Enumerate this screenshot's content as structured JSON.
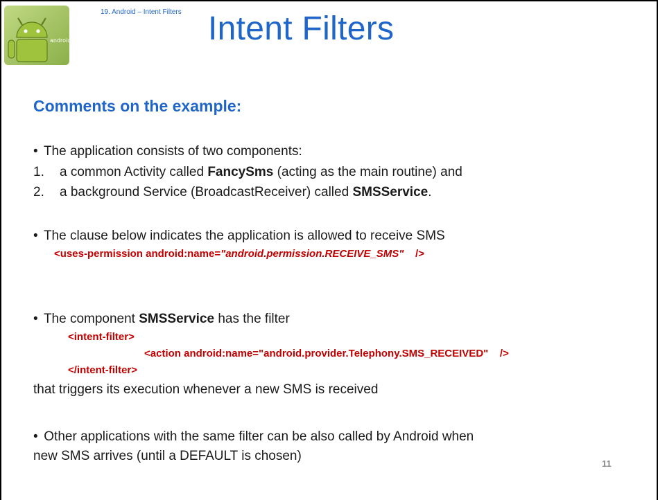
{
  "header": {
    "breadcrumb": "19. Android – Intent Filters",
    "title": "Intent Filters",
    "logo_text": "android"
  },
  "content": {
    "subheading": "Comments on the example:",
    "bullet1": {
      "intro": "The application consists of two components:",
      "item1": {
        "num": "1.",
        "pre": "a common Activity called ",
        "bold": "FancySms",
        "post": " (acting as the main routine) and"
      },
      "item2": {
        "num": "2.",
        "pre": "a background Service (BroadcastReceiver) called ",
        "bold": "SMSService",
        "post": "."
      }
    },
    "bullet2": {
      "text": "The clause below indicates the application is allowed to receive SMS",
      "code_pre": "<uses-permission android:name=",
      "code_italic": "\"android.permission.RECEIVE_SMS\"",
      "code_post": "    />"
    },
    "bullet3": {
      "pre": "The component ",
      "bold": "SMSService",
      "post": " has the filter",
      "code1": "<intent-filter>",
      "code2": "<action android:name=\"android.provider.Telephony.SMS_RECEIVED\"    />",
      "code3": "</intent-filter>",
      "after": "that triggers its execution whenever a new SMS is received"
    },
    "bullet4": {
      "line1": "Other applications with the same filter can be also called by Android when",
      "line2": "new SMS arrives (until a DEFAULT is chosen)"
    }
  },
  "footer": {
    "page_number": "11"
  },
  "colors": {
    "accent": "#1f66c8",
    "code": "#c00000",
    "android_green": "#a4c639"
  }
}
